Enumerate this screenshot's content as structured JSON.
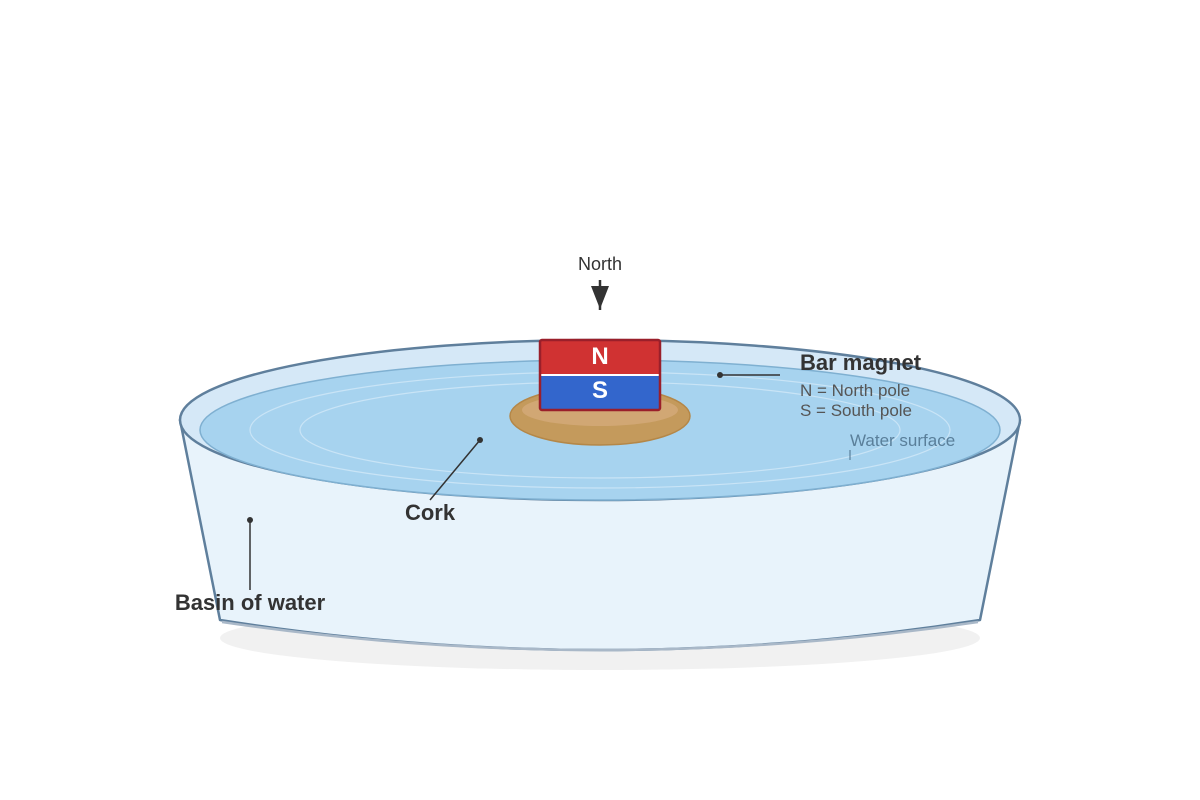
{
  "labels": {
    "north": "North",
    "bar_magnet": "Bar magnet",
    "north_pole_key": "N = North pole",
    "south_pole_key": "S = South pole",
    "water_surface": "Water surface",
    "cork": "Cork",
    "basin": "Basin of water"
  },
  "magnet": {
    "north_letter": "N",
    "south_letter": "S"
  },
  "colors": {
    "north_pole": "#d03232",
    "south_pole": "#3366cc",
    "magnet_border": "#9a1f2a",
    "cork": "#c49a5c",
    "water": "#a7d3ef",
    "basin_body": "#e8f3fb",
    "basin_rim": "#5f7f9c"
  }
}
